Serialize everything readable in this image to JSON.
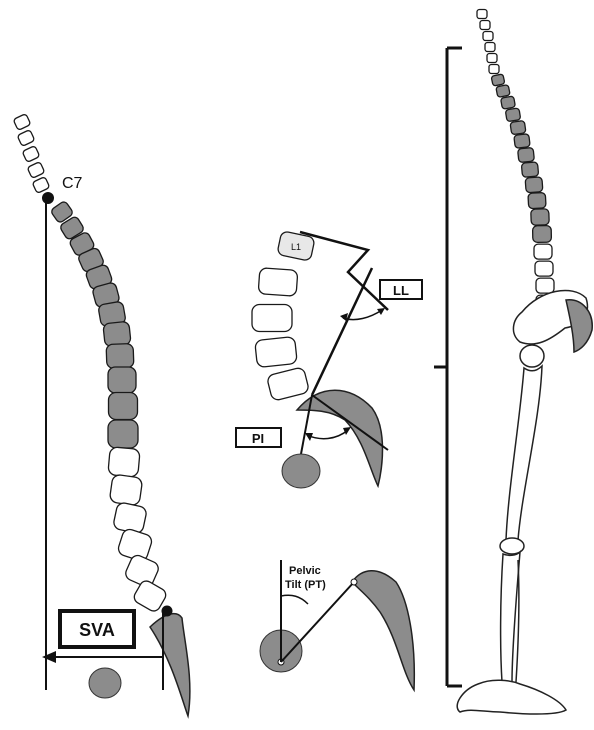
{
  "labels": {
    "c7": "C7",
    "sva": "SVA",
    "l1": "L1",
    "ll": "LL",
    "pi": "PI",
    "pt_line1": "Pelvic",
    "pt_line2": "Tilt (PT)"
  },
  "colors": {
    "bone_gray": "#8c8c8c",
    "bone_white": "#ffffff",
    "outline": "#1a1a1a"
  }
}
